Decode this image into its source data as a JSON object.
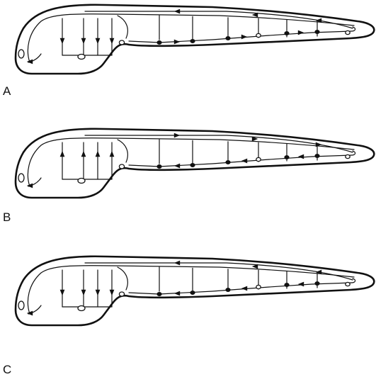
{
  "panels": [
    {
      "id": "a",
      "label": "A",
      "trunk": "in",
      "dorsal": "in",
      "ventral": "out",
      "gill": "down"
    },
    {
      "id": "b",
      "label": "B",
      "trunk": "out",
      "dorsal": "out",
      "ventral": "in",
      "gill": "up"
    },
    {
      "id": "c",
      "label": "C",
      "trunk": "in",
      "dorsal": "in",
      "ventral": "in",
      "gill": "down"
    }
  ],
  "colors": {
    "ink": "#111111",
    "paper": "#ffffff"
  }
}
